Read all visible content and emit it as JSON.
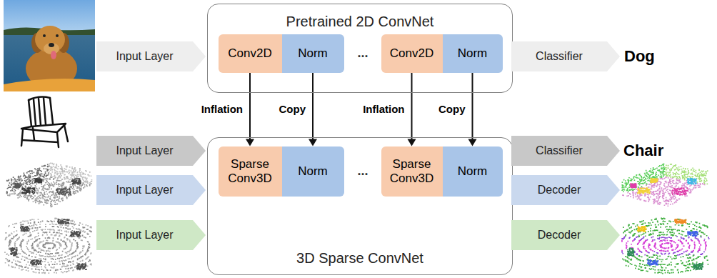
{
  "diagram": {
    "nodes": [
      {
        "text": [
          "Pretrained 2D ConvNet"
        ]
      },
      {
        "text": [
          "Conv2D"
        ],
        "in": 0
      },
      {
        "text": [
          "Norm"
        ],
        "in": 0
      },
      {
        "text": [
          "Conv2D"
        ],
        "in": 0
      },
      {
        "text": [
          "Norm"
        ],
        "in": 0
      },
      {
        "text": [
          "Input Layer"
        ]
      },
      {
        "text": [
          "Classifier"
        ]
      },
      {
        "text": [
          "Input Layer"
        ]
      },
      {
        "text": [
          "Input Layer"
        ]
      },
      {
        "text": [
          "Input Layer"
        ]
      },
      {
        "text": [
          "3D Sparse ConvNet"
        ]
      },
      {
        "text": [
          "Sparse Conv3D"
        ],
        "in": 10
      },
      {
        "text": [
          "Norm"
        ],
        "in": 10
      },
      {
        "text": [
          "Sparse Conv3D"
        ],
        "in": 10
      },
      {
        "text": [
          "Norm"
        ],
        "in": 10
      },
      {
        "text": [
          "Classifier"
        ]
      },
      {
        "text": [
          "Decoder"
        ]
      },
      {
        "text": [
          "Decoder"
        ]
      }
    ],
    "edges": [
      {
        "from": 1,
        "to": 11,
        "arrow": "to",
        "label": "Inflation"
      },
      {
        "from": 2,
        "to": 12,
        "arrow": "to",
        "label": "Copy"
      },
      {
        "from": 3,
        "to": 13,
        "arrow": "to",
        "label": "Inflation"
      },
      {
        "from": 4,
        "to": 14,
        "arrow": "to",
        "label": "Copy"
      }
    ],
    "labels": [
      "...",
      "Dog",
      "Chair",
      "..."
    ]
  }
}
